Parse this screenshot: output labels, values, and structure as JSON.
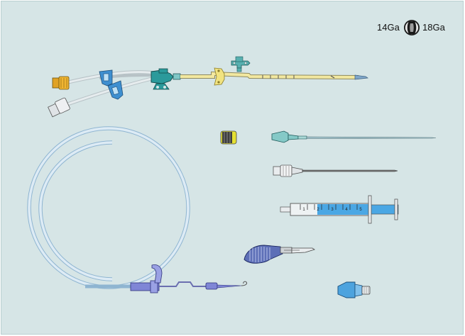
{
  "kit": {
    "gauge_left_label": "14Ga",
    "gauge_right_label": "18Ga",
    "syringe_scale": [
      "1",
      "2",
      "3",
      "4",
      "5"
    ]
  },
  "colors": {
    "background": "#d6e5e6",
    "teal_hub": "#2b9a9b",
    "blue_clamp": "#3e8fd0",
    "catheter_yellow": "#f2e8a0",
    "guidewire_blue": "#9fc3de",
    "orange_hub": "#e0a225"
  },
  "icons": [
    "triple-lumen-catheter-icon",
    "suture-wing-icon",
    "gauge-selector-icon",
    "guidewire-coil-icon",
    "injection-cap-icon",
    "introducer-needle-icon",
    "hypodermic-needle-icon",
    "syringe-icon",
    "scalpel-icon",
    "connector-adapter-icon"
  ]
}
